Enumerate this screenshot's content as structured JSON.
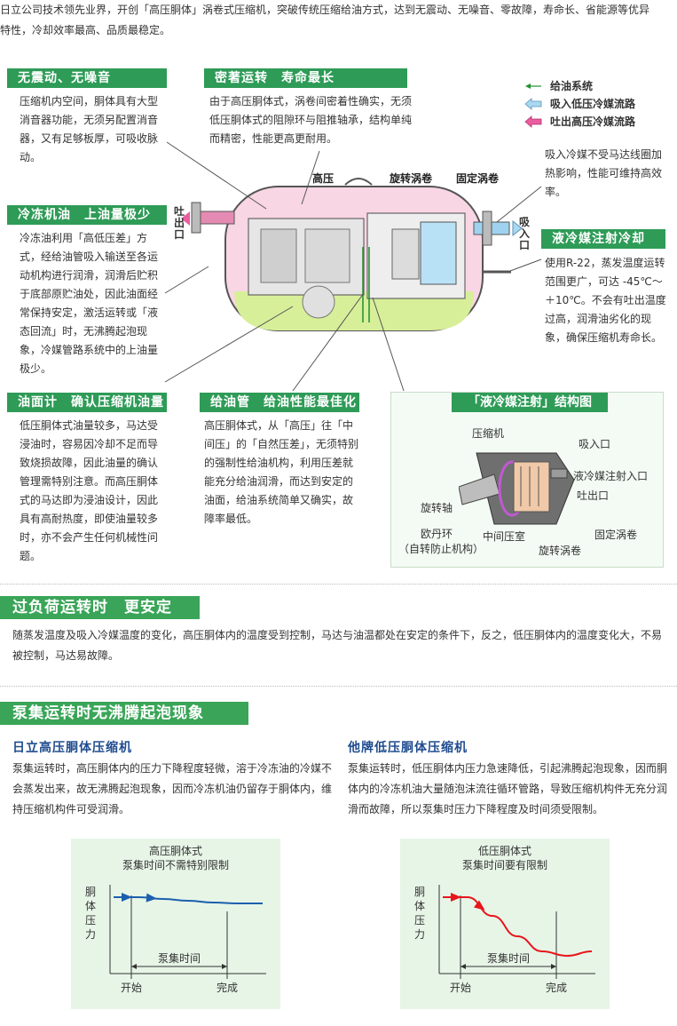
{
  "intro": "日立公司技术领先业界，开创「高压胴体」涡卷式压缩机，突破传统压缩给油方式，达到无震动、无噪音、零故障，寿命长、省能源等优异特性，冷却效率最高、品质最稳定。",
  "features": {
    "no_vibration": {
      "title": "无震动、无噪音",
      "text": "压缩机内空间，胴体具有大型消音器功能，无须另配置消音器，又有足够板厚，可吸收脉动。"
    },
    "tight_running": {
      "title": "密著运转　寿命最长",
      "text": "由于高压胴体式，涡卷间密着性确实，无须低压胴体式的阻隙环与阻推轴承，结构单纯而精密，性能更高更耐用。"
    },
    "oil_amount": {
      "title": "冷冻机油　上油量极少",
      "text": "冷冻油利用「高低压差」方式，经给油管吸入输送至各运动机构进行润滑，润滑后贮积于底部原贮油处，因此油面经常保持安定，激活运转或「液态回流」时，无沸腾起泡现象，冷媒管路系统中的上油量极少。"
    },
    "oil_gauge": {
      "title": "油面计　确认压缩机油量",
      "text": "低压胴体式油量较多，马达受浸油时，容易因冷却不足而导致烧损故障，因此油量的确认管理需特别注意。而高压胴体式的马达即为浸油设计，因此具有高耐热度，即使油量较多时，亦不会产生任何机械性问题。"
    },
    "oil_pipe": {
      "title": "给油管　给油性能最佳化",
      "text": "高压胴体式，从「高压」往「中间压」的「自然压差」，无须特别的强制性给油机构，利用压差就能充分给油润滑，而达到安定的油面，给油系统简单又确实，故障率最低。"
    },
    "liquid_injection": {
      "title": "液冷媒注射冷却",
      "text": "使用R-22，蒸发温度运转范围更广，可达 -45℃～＋10℃。不会有吐出温度过高，润滑油劣化的现象，确保压缩机寿命长。"
    },
    "suction_note": "吸入冷媒不受马达线圈加热影响，性能可维持高效率。"
  },
  "legend": {
    "oil": "给油系统",
    "suction": "吸入低压冷媒流路",
    "discharge": "吐出高压冷媒流路"
  },
  "diagram_labels": {
    "high_pressure": "高压",
    "orbiting_scroll": "旋转涡卷",
    "fixed_scroll": "固定涡卷",
    "discharge_port": "吐出口",
    "suction_port": "吸入口"
  },
  "structure": {
    "title": "「液冷媒注射」结构图",
    "compressor": "压缩机",
    "suction": "吸入口",
    "injection": "液冷媒注射入口",
    "discharge": "吐出口",
    "shaft": "旋转轴",
    "oldham": "欧丹环",
    "oldham_note": "（自转防止机构）",
    "mid_chamber": "中间压室",
    "fixed": "固定涡卷",
    "orbiting": "旋转涡卷"
  },
  "overload": {
    "title": "过负荷运转时　更安定",
    "text": "随蒸发温度及吸入冷媒温度的变化，高压胴体内的温度受到控制，马达与油温都处在安定的条件下，反之，低压胴体内的温度变化大，不易被控制，马达易故障。"
  },
  "pumpdown": {
    "title": "泵集运转时无沸腾起泡现象",
    "hitachi_title": "日立高压胴体压缩机",
    "hitachi_text": "泵集运转时，高压胴体内的压力下降程度轻微，溶于冷冻油的冷媒不会蒸发出来，故无沸腾起泡现象，因而冷冻机油仍留存于胴体内，维持压缩机构件可受润滑。",
    "other_title": "他牌低压胴体压缩机",
    "other_text": "泵集运转时，低压胴体内压力急速降低，引起沸腾起泡现象，因而胴体内的冷冻机油大量随泡沫流往循环管路，导致压缩机构件无充分润滑而故障，所以泵集时压力下降程度及时间须受限制。"
  },
  "chart_data": [
    {
      "type": "line",
      "title": "高压胴体式",
      "subtitle": "泵集时间不需特别限制",
      "ylabel": "胴体压力",
      "xlabel": "泵集时间",
      "x_ticks": [
        "开始",
        "完成"
      ],
      "series": [
        {
          "values": [
            0.86,
            0.86,
            0.84,
            0.82,
            0.8,
            0.79,
            0.79
          ]
        }
      ],
      "color": "#1c5fae"
    },
    {
      "type": "line",
      "title": "低压胴体式",
      "subtitle": "泵集时间要有限制",
      "ylabel": "胴体压力",
      "xlabel": "泵集时间",
      "x_ticks": [
        "开始",
        "完成"
      ],
      "series": [
        {
          "values": [
            0.86,
            0.86,
            0.65,
            0.42,
            0.25,
            0.2,
            0.25
          ]
        }
      ],
      "color": "#e8151b"
    }
  ]
}
